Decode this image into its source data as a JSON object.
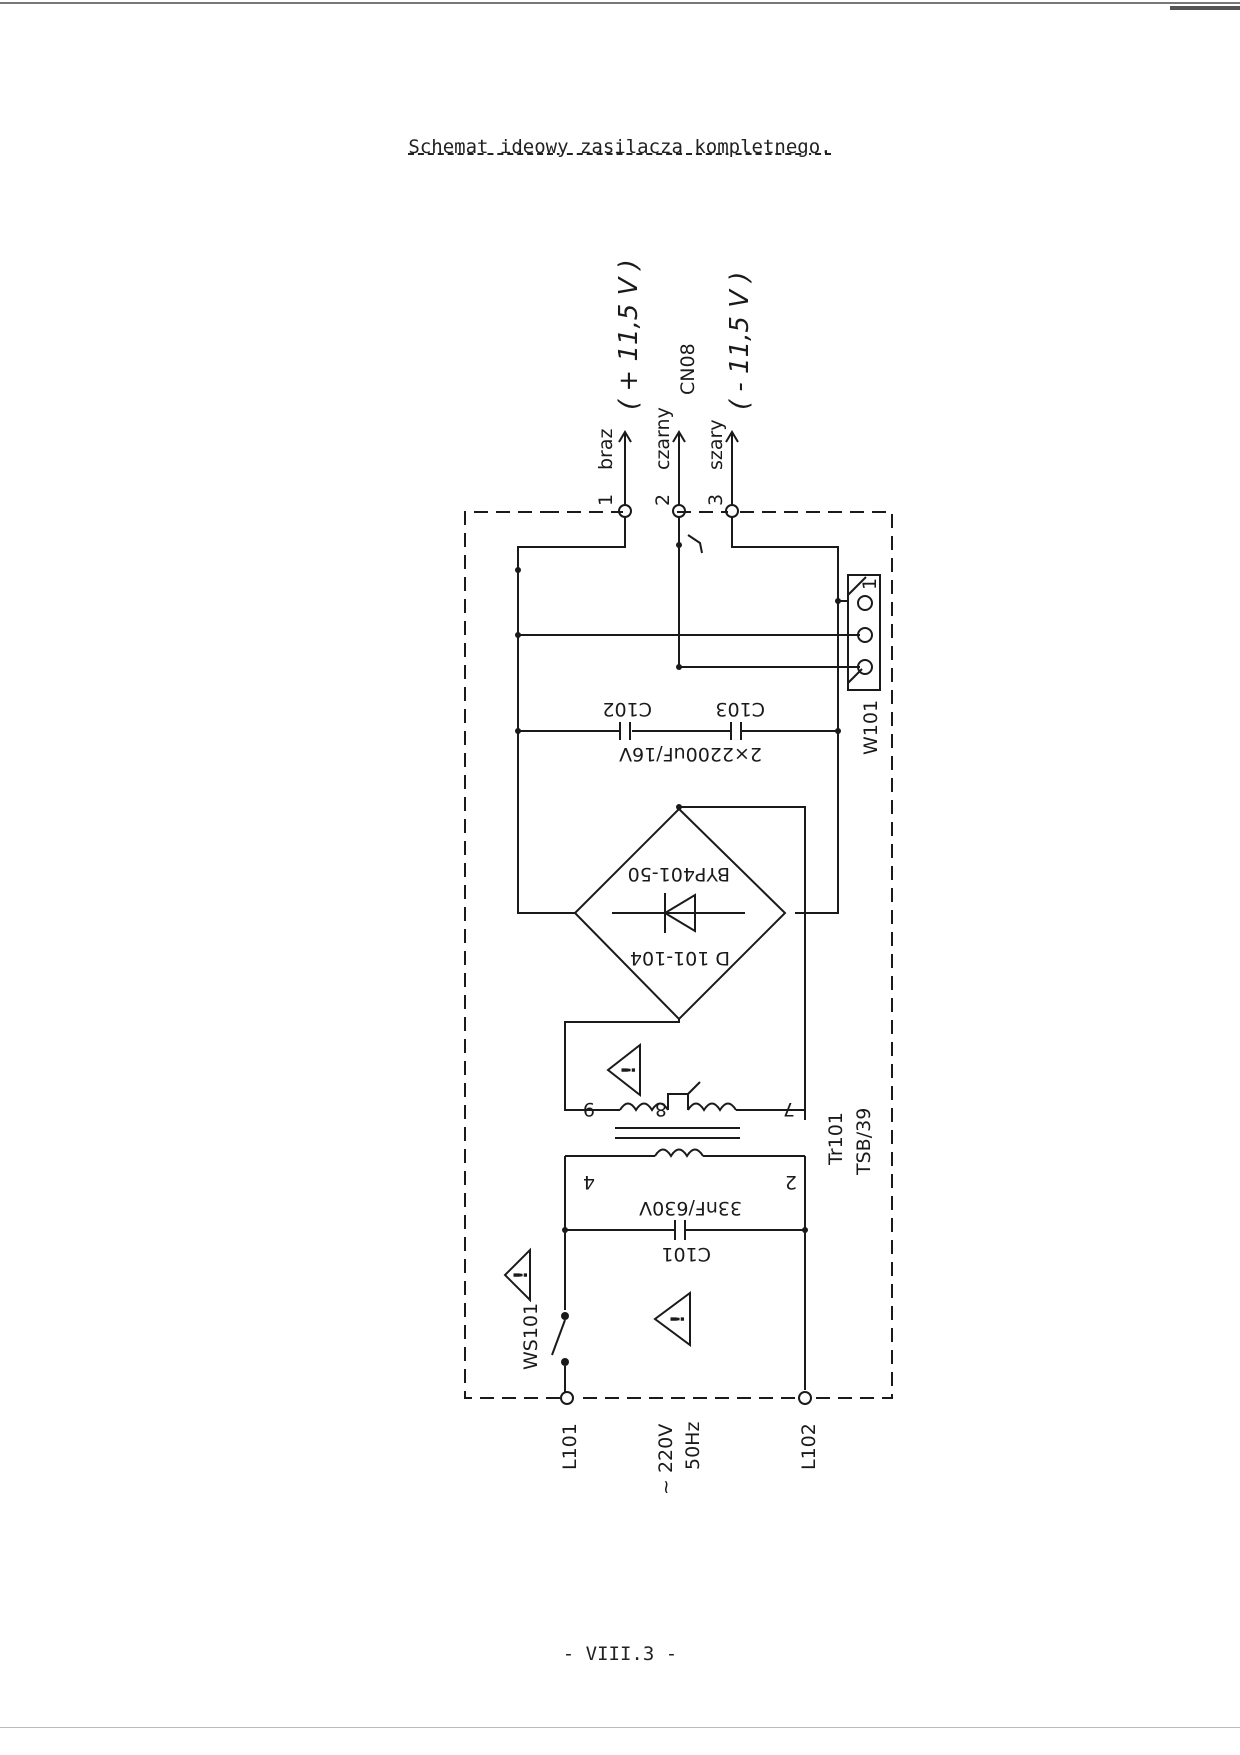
{
  "document": {
    "title": "Schemat ideowy zasilacza kompletnego.",
    "page_number": "- VIII.3 -"
  },
  "outputs": [
    {
      "pin": "1",
      "color": "braz",
      "voltage": "( + 11,5 V )"
    },
    {
      "pin": "2",
      "color": "czarny",
      "note": "CN08"
    },
    {
      "pin": "3",
      "color": "szary",
      "voltage": "( - 11,5 V )"
    }
  ],
  "components": {
    "c102": "C102",
    "c103": "C103",
    "c102_c103_value": "2×2200uF/16V",
    "w101": "W101",
    "w101_pin": "1",
    "bridge": "BYP401-50",
    "diodes": "D 101-104",
    "transformer": "Tr101",
    "transformer_type": "TSB/39",
    "c101": "C101",
    "c101_value": "33nF/630V",
    "switch": "WS101",
    "tr_pin_9": "9",
    "tr_pin_8": "8",
    "tr_pin_7": "7",
    "tr_pin_4": "4",
    "tr_pin_2": "2"
  },
  "input": {
    "l101": "L101",
    "l102": "L102",
    "voltage": "~ 220V",
    "frequency": "50Hz"
  }
}
